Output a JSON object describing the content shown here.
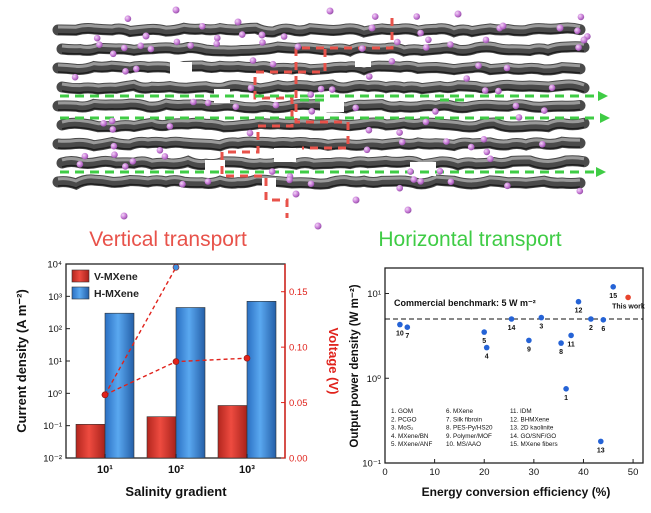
{
  "captions": {
    "vertical": "Vertical transport",
    "horizontal": "Horizontal transport"
  },
  "colors": {
    "vertical": "#e8524a",
    "horizontal": "#3fcc45",
    "ion": "#c77ad6",
    "v_bar": "#e03a2f",
    "h_bar": "#3d8ee0",
    "voltage_axis": "#e0221b",
    "scatter_point": "#2563d6",
    "this_work_point": "#e8442d"
  },
  "chart_data": [
    {
      "type": "bar",
      "title": "",
      "xlabel": "Salinity gradient",
      "ylabel": "Current density (A m⁻²)",
      "y2label": "Voltage (V)",
      "y_scale": "log",
      "ylim": [
        0.01,
        10000
      ],
      "y_ticks": [
        "10⁻²",
        "10⁻¹",
        "10⁰",
        "10¹",
        "10²",
        "10³",
        "10⁴"
      ],
      "y2lim": [
        0,
        0.175
      ],
      "y2_ticks": [
        "0.00",
        "0.05",
        "0.10",
        "0.15"
      ],
      "categories": [
        "10¹",
        "10²",
        "10³"
      ],
      "series": [
        {
          "name": "V-MXene",
          "kind": "bar",
          "values": [
            0.11,
            0.19,
            0.42
          ]
        },
        {
          "name": "H-MXene",
          "kind": "bar",
          "values": [
            300,
            450,
            700
          ]
        }
      ],
      "voltage_lines": [
        {
          "kind": "dashed line",
          "values": [
            0.057,
            0.172
          ]
        },
        {
          "kind": "dashed line",
          "values": [
            0.057,
            0.087,
            0.09
          ]
        }
      ],
      "legend": "top-left"
    },
    {
      "type": "scatter",
      "title": "",
      "xlabel": "Energy conversion efficiency (%)",
      "ylabel": "Output power density (W m⁻²)",
      "x_ticks": [
        "0",
        "10",
        "20",
        "30",
        "40",
        "50"
      ],
      "xlim": [
        0,
        52
      ],
      "y_scale": "log",
      "ylim": [
        0.1,
        20
      ],
      "y_ticks": [
        "10⁻¹",
        "10⁰",
        "10¹"
      ],
      "benchmark": {
        "value": 5,
        "label": "Commercial benchmark: 5 W m⁻²"
      },
      "points": [
        {
          "label": "1",
          "x": 36.5,
          "y": 0.75
        },
        {
          "label": "2",
          "x": 41.5,
          "y": 5.0
        },
        {
          "label": "3",
          "x": 31.5,
          "y": 5.2
        },
        {
          "label": "4",
          "x": 20.5,
          "y": 2.3
        },
        {
          "label": "5",
          "x": 20.0,
          "y": 3.5
        },
        {
          "label": "6",
          "x": 44.0,
          "y": 4.9
        },
        {
          "label": "7",
          "x": 4.5,
          "y": 4.0
        },
        {
          "label": "8",
          "x": 35.5,
          "y": 2.6
        },
        {
          "label": "9",
          "x": 29.0,
          "y": 2.8
        },
        {
          "label": "10",
          "x": 3.0,
          "y": 4.3
        },
        {
          "label": "11",
          "x": 37.5,
          "y": 3.2
        },
        {
          "label": "12",
          "x": 39.0,
          "y": 8.0
        },
        {
          "label": "13",
          "x": 43.5,
          "y": 0.18
        },
        {
          "label": "14",
          "x": 25.5,
          "y": 5.0
        },
        {
          "label": "15",
          "x": 46.0,
          "y": 12.0
        },
        {
          "label": "This work",
          "x": 49.0,
          "y": 9.0
        }
      ],
      "legend_entries": [
        "1. GOM",
        "2. PCGO",
        "3. MoS₂",
        "4. MXene/BN",
        "5. MXene/ANF",
        "6. MXene",
        "7. Silk fibroin",
        "8. PES-Py/HS20",
        "9. Polymer/MOF",
        "10. MS/AAO",
        "11. IDM",
        "12. BHMXene",
        "13. 2D kaolinite",
        "14. GO/SNF/GO",
        "15. MXene fibers"
      ],
      "legend": "bottom-left"
    }
  ]
}
